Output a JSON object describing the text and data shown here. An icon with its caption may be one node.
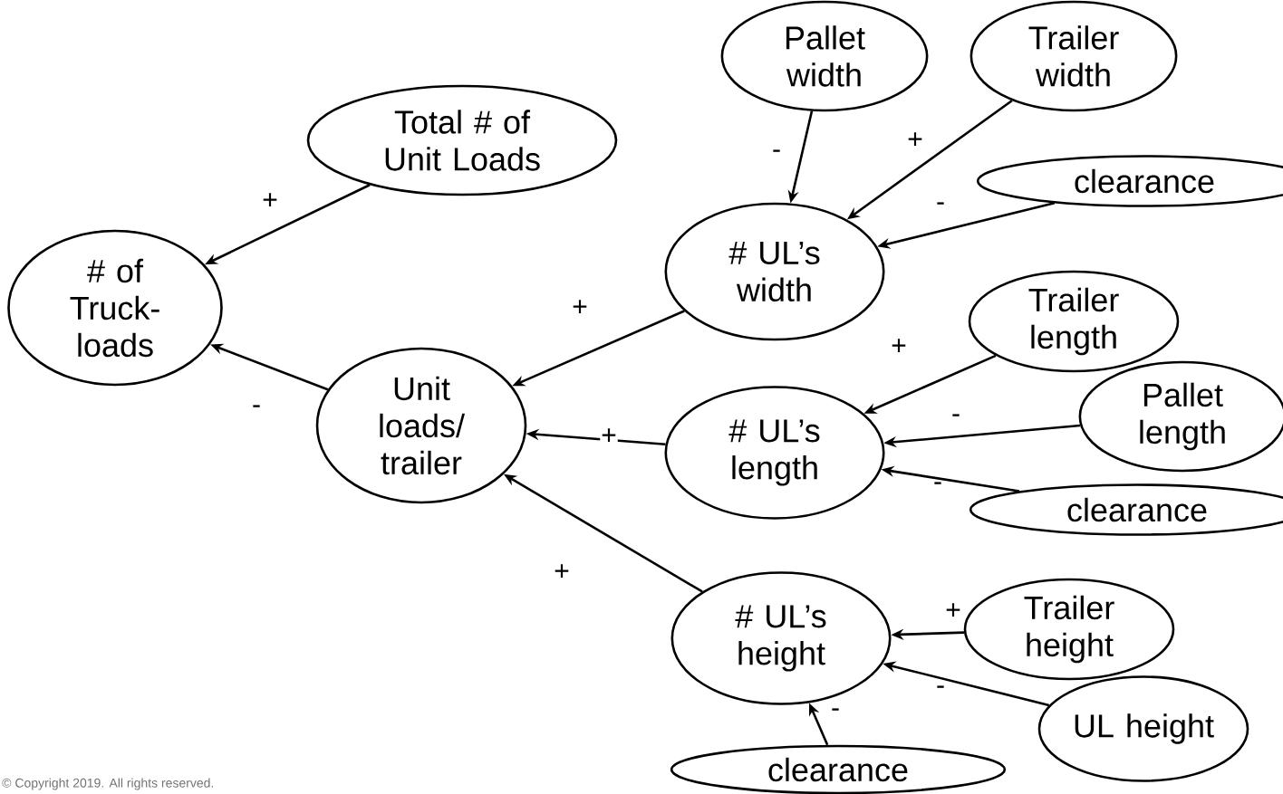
{
  "diagram": {
    "nodes": [
      {
        "text": [
          "Total # of Unit Loads"
        ]
      },
      {
        "text": [
          "# of Truck-loads"
        ]
      },
      {
        "text": [
          "Unit loads/ trailer"
        ]
      },
      {
        "text": [
          "Pallet width"
        ]
      },
      {
        "text": [
          "Trailer width"
        ]
      },
      {
        "text": [
          "clearance"
        ]
      },
      {
        "text": [
          "# UL’s width"
        ]
      },
      {
        "text": [
          "Trailer length"
        ]
      },
      {
        "text": [
          "Pallet length"
        ]
      },
      {
        "text": [
          "# UL’s length"
        ]
      },
      {
        "text": [
          "clearance"
        ]
      },
      {
        "text": [
          "# UL’s height"
        ]
      },
      {
        "text": [
          "Trailer height"
        ]
      },
      {
        "text": [
          "UL height"
        ]
      },
      {
        "text": [
          "clearance"
        ]
      }
    ],
    "edges": [
      {
        "from": 0,
        "to": 1,
        "arrow": "to",
        "label": "+"
      },
      {
        "from": 2,
        "to": 1,
        "arrow": "to",
        "label": "-"
      },
      {
        "from": 6,
        "to": 2,
        "arrow": "to",
        "label": "+"
      },
      {
        "from": 9,
        "to": 2,
        "arrow": "to",
        "label": "+"
      },
      {
        "from": 11,
        "to": 2,
        "arrow": "to",
        "label": "+"
      },
      {
        "from": 3,
        "to": 6,
        "arrow": "to",
        "label": "-"
      },
      {
        "from": 4,
        "to": 6,
        "arrow": "to",
        "label": "+"
      },
      {
        "from": 5,
        "to": 6,
        "arrow": "to",
        "label": "-"
      },
      {
        "from": 7,
        "to": 9,
        "arrow": "to",
        "label": "+"
      },
      {
        "from": 8,
        "to": 9,
        "arrow": "to",
        "label": "-"
      },
      {
        "from": 10,
        "to": 9,
        "arrow": "to",
        "label": "-"
      },
      {
        "from": 12,
        "to": 11,
        "arrow": "to",
        "label": "+"
      },
      {
        "from": 13,
        "to": 11,
        "arrow": "to",
        "label": "-"
      },
      {
        "from": 14,
        "to": 11,
        "arrow": "to",
        "label": "-"
      }
    ],
    "labels": [
      "© Copyright 2019. All rights reserved."
    ]
  }
}
